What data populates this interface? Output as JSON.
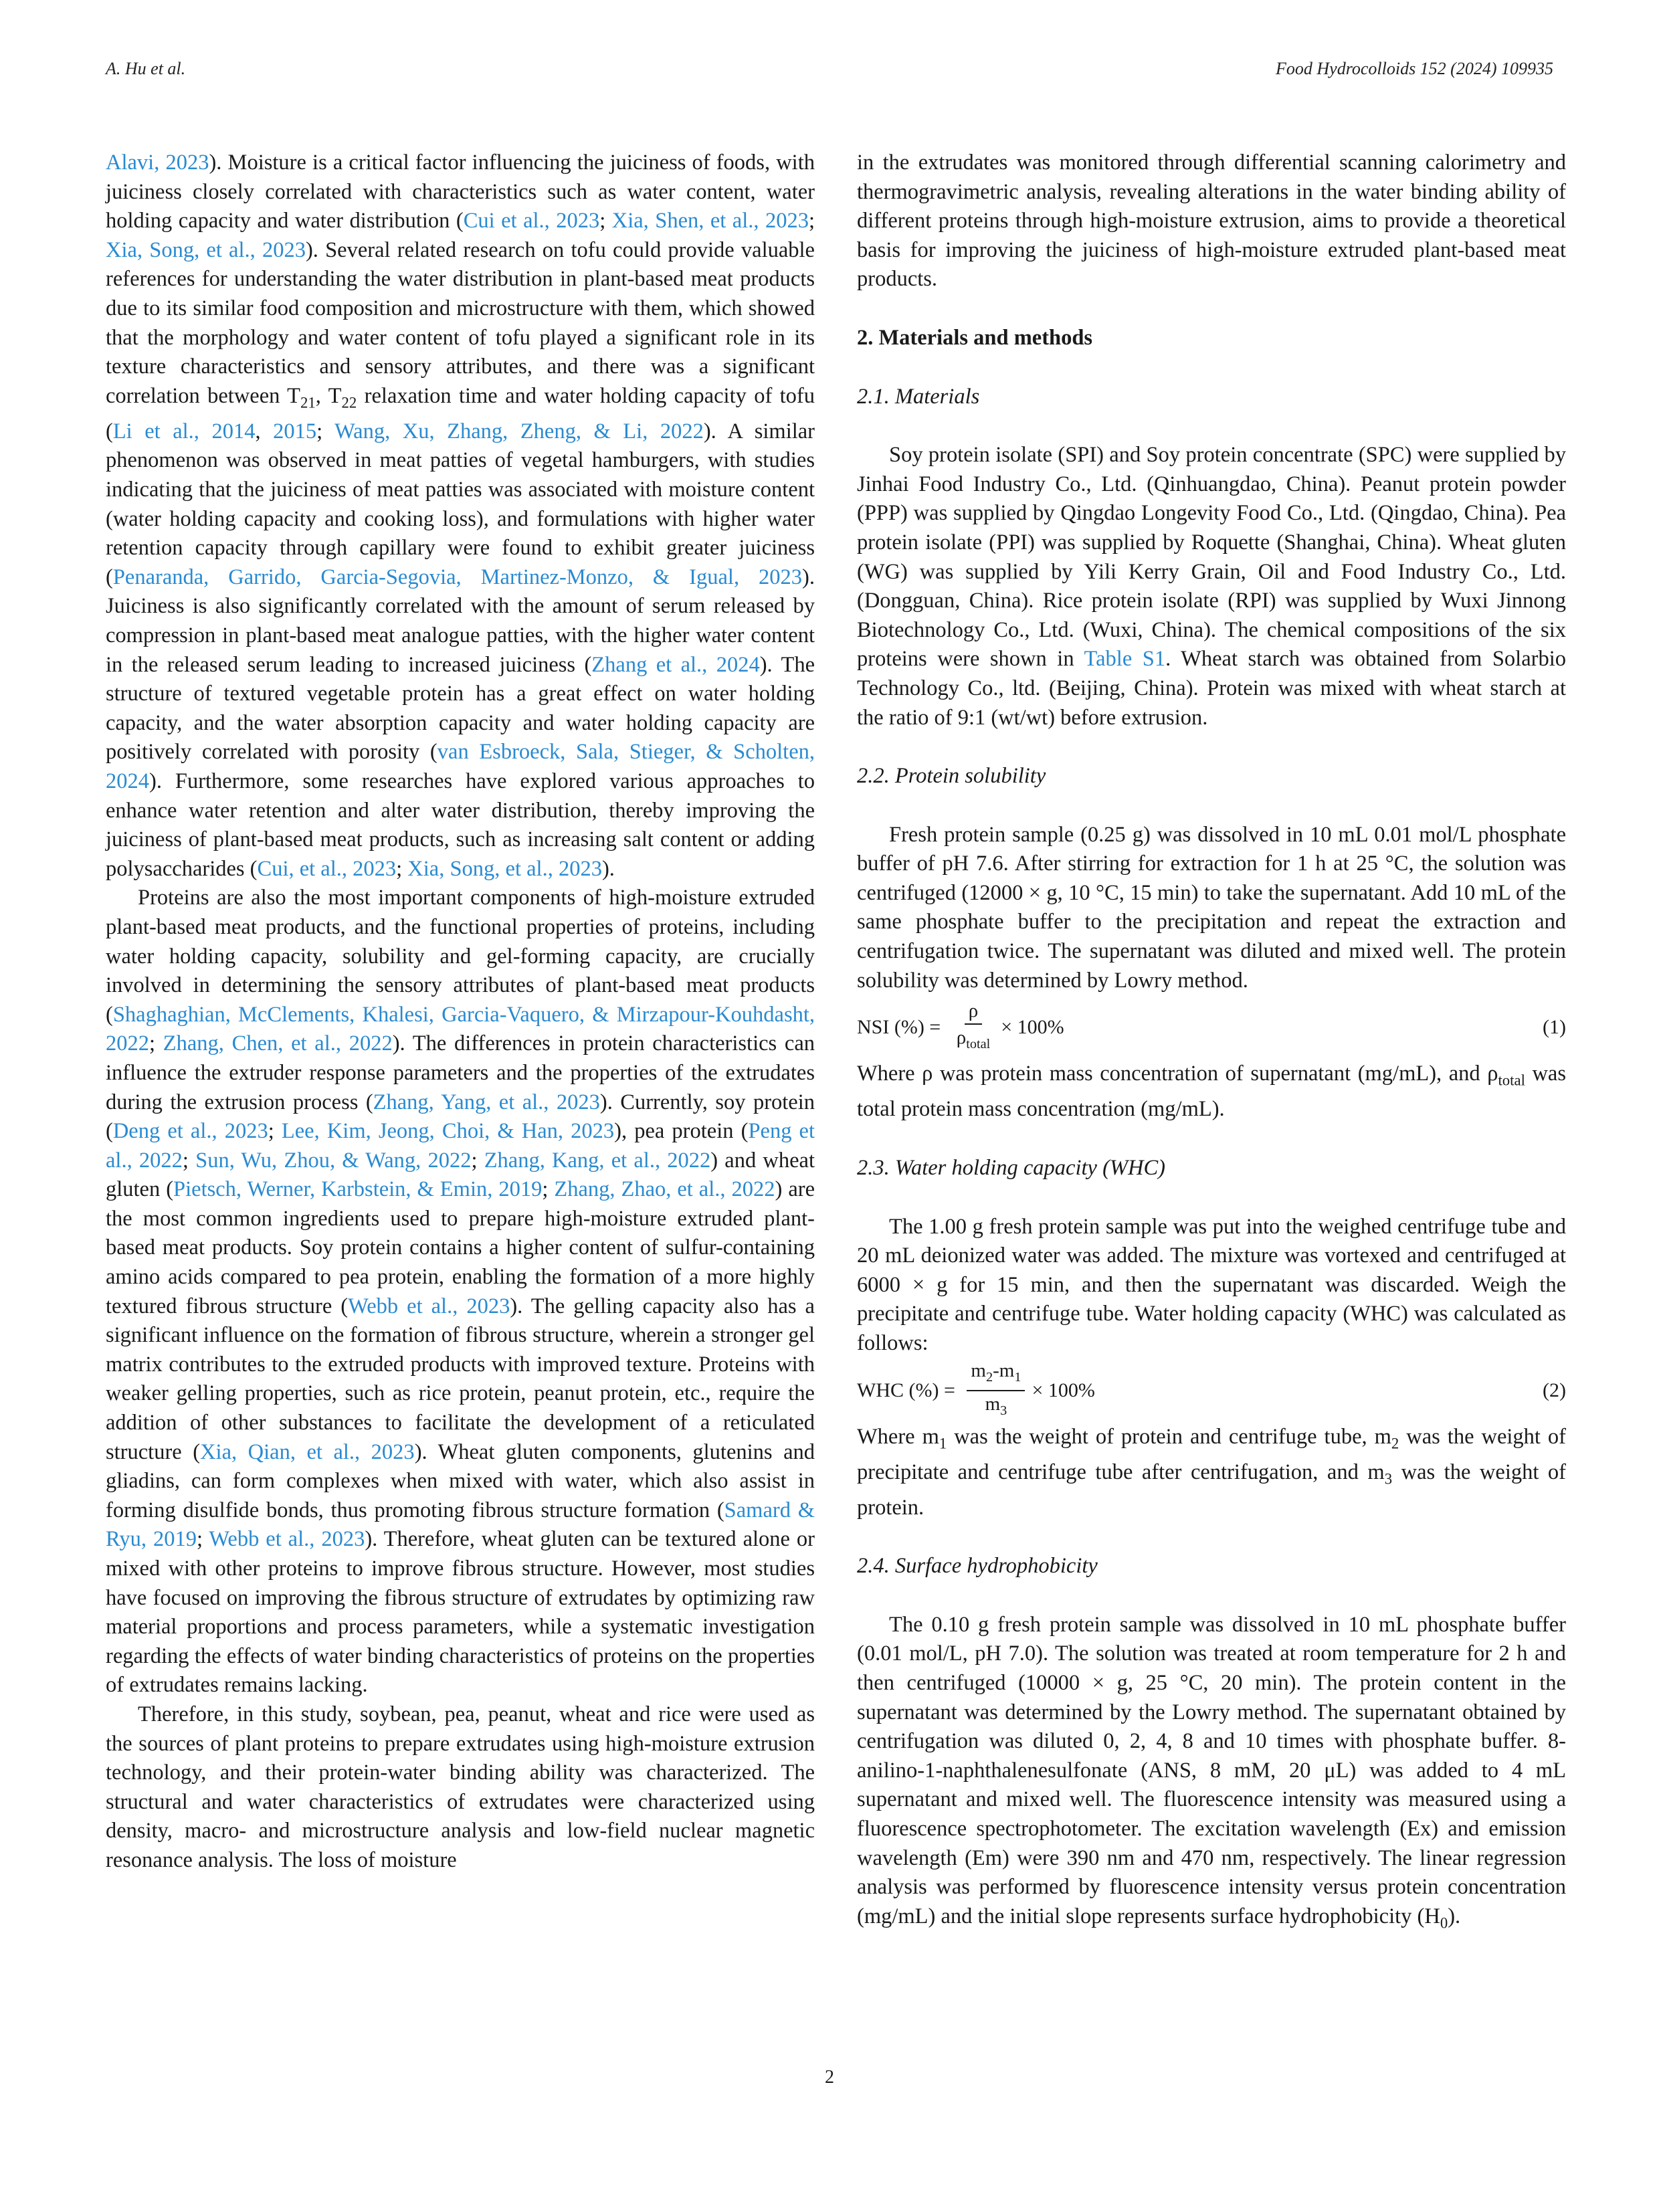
{
  "header": {
    "authors": "A. Hu et al.",
    "journal": "Food Hydrocolloids 152 (2024) 109935"
  },
  "page_number": "2",
  "left": {
    "p1": {
      "r0": "Alavi, 2023",
      "t0": "). Moisture is a critical factor influencing the juiciness of foods, with juiciness closely correlated with characteristics such as water content, water holding capacity and water distribution (",
      "r1": "Cui et al., 2023",
      "t1": "; ",
      "r2": "Xia, Shen, et al., 2023",
      "t2": "; ",
      "r3": "Xia, Song, et al., 2023",
      "t3": "). Several related research on tofu could provide valuable references for understanding the water distribution in plant-based meat products due to its similar food composition and microstructure with them, which showed that the morphology and water content of tofu played a significant role in its texture characteristics and sensory attributes, and there was a significant correlation between T",
      "s1": "21",
      "t4": ", T",
      "s2": "22",
      "t5": " relaxation time and water holding capacity of tofu (",
      "r4": "Li et al., 2014",
      "t6": ", ",
      "r5": "2015",
      "t7": "; ",
      "r6": "Wang, Xu, Zhang, Zheng, & Li, 2022",
      "t8": "). A similar phenomenon was observed in meat patties of vegetal hamburgers, with studies indicating that the juiciness of meat patties was associated with moisture content (water holding capacity and cooking loss), and formulations with higher water retention capacity through capillary were found to exhibit greater juiciness (",
      "r7": "Penaranda, Garrido, Garcia-Segovia, Martinez-Monzo, & Igual, 2023",
      "t9": "). Juiciness is also significantly correlated with the amount of serum released by compression in plant-based meat analogue patties, with the higher water content in the released serum leading to increased juiciness (",
      "r8": "Zhang et al., 2024",
      "t10": "). The structure of textured vegetable protein has a great effect on water holding capacity, and the water absorption capacity and water holding capacity are positively correlated with porosity (",
      "r9": "van Esbroeck, Sala, Stieger, & Scholten, 2024",
      "t11": "). Furthermore, some researches have explored various approaches to enhance water retention and alter water distribution, thereby improving the juiciness of plant-based meat products, such as increasing salt content or adding polysaccharides (",
      "r10": "Cui, et al., 2023",
      "t12": "; ",
      "r11": "Xia, Song, et al., 2023",
      "t13": ")."
    },
    "p2": {
      "t0": "Proteins are also the most important components of high-moisture extruded plant-based meat products, and the functional properties of proteins, including water holding capacity, solubility and gel-forming capacity, are crucially involved in determining the sensory attributes of plant-based meat products (",
      "r0": "Shaghaghian, McClements, Khalesi, Garcia-Vaquero, & Mirzapour-Kouhdasht, 2022",
      "t1": "; ",
      "r1": "Zhang, Chen, et al., 2022",
      "t2": "). The differences in protein characteristics can influence the extruder response parameters and the properties of the extrudates during the extrusion process (",
      "r2": "Zhang, Yang, et al., 2023",
      "t3": "). Currently, soy protein (",
      "r3": "Deng et al., 2023",
      "t4": "; ",
      "r4": "Lee, Kim, Jeong, Choi, & Han, 2023",
      "t5": "), pea protein (",
      "r5": "Peng et al., 2022",
      "t6": "; ",
      "r6": "Sun, Wu, Zhou, & Wang, 2022",
      "t7": "; ",
      "r7": "Zhang, Kang, et al., 2022",
      "t8": ") and wheat gluten (",
      "r8": "Pietsch, Werner, Karbstein, & Emin, 2019",
      "t9": "; ",
      "r9": "Zhang, Zhao, et al., 2022",
      "t10": ") are the most common ingredients used to prepare high-moisture extruded plant-based meat products. Soy protein contains a higher content of sulfur-containing amino acids compared to pea protein, enabling the formation of a more highly textured fibrous structure (",
      "r10": "Webb et al., 2023",
      "t11": "). The gelling capacity also has a significant influence on the formation of fibrous structure, wherein a stronger gel matrix contributes to the extruded products with improved texture. Proteins with weaker gelling properties, such as rice protein, peanut protein, etc., require the addition of other substances to facilitate the development of a reticulated structure (",
      "r11": "Xia, Qian, et al., 2023",
      "t12": "). Wheat gluten components, glutenins and gliadins, can form complexes when mixed with water, which also assist in forming disulfide bonds, thus promoting fibrous structure formation (",
      "r12": "Samard & Ryu, 2019",
      "t13": "; ",
      "r13": "Webb et al., 2023",
      "t14": "). Therefore, wheat gluten can be textured alone or mixed with other proteins to improve fibrous structure. However, most studies have focused on improving the fibrous structure of extrudates by optimizing raw material proportions and process parameters, while a systematic investigation regarding the effects of water binding characteristics of proteins on the properties of extrudates remains lacking."
    },
    "p3": "Therefore, in this study, soybean, pea, peanut, wheat and rice were used as the sources of plant proteins to prepare extrudates using high-moisture extrusion technology, and their protein-water binding ability was characterized. The structural and water characteristics of extrudates were characterized using density, macro- and microstructure analysis and low-field nuclear magnetic resonance analysis. The loss of moisture"
  },
  "right": {
    "p0": "in the extrudates was monitored through differential scanning calorimetry and thermogravimetric analysis, revealing alterations in the water binding ability of different proteins through high-moisture extrusion, aims to provide a theoretical basis for improving the juiciness of high-moisture extruded plant-based meat products.",
    "sec2": "2. Materials and methods",
    "sec21": "2.1. Materials",
    "materials": {
      "t0": "Soy protein isolate (SPI) and Soy protein concentrate (SPC) were supplied by Jinhai Food Industry Co., Ltd. (Qinhuangdao, China). Peanut protein powder (PPP) was supplied by Qingdao Longevity Food Co., Ltd. (Qingdao, China). Pea protein isolate (PPI) was supplied by Roquette (Shanghai, China). Wheat gluten (WG) was supplied by Yili Kerry Grain, Oil and Food Industry Co., Ltd. (Dongguan, China). Rice protein isolate (RPI) was supplied by Wuxi Jinnong Biotechnology Co., Ltd. (Wuxi, China). The chemical compositions of the six proteins were shown in ",
      "r0": "Table S1",
      "t1": ". Wheat starch was obtained from Solarbio Technology Co., ltd. (Beijing, China). Protein was mixed with wheat starch at the ratio of 9:1 (wt/wt) before extrusion."
    },
    "sec22": "2.2. Protein solubility",
    "solubility": "Fresh protein sample (0.25 g) was dissolved in 10 mL 0.01 mol/L phosphate buffer of pH 7.6. After stirring for extraction for 1 h at 25 °C, the solution was centrifuged (12000 × g, 10 °C, 15 min) to take the supernatant. Add 10 mL of the same phosphate buffer to the precipitation and repeat the extraction and centrifugation twice. The supernatant was diluted and mixed well. The protein solubility was determined by Lowry method.",
    "eq1": {
      "lhs": "NSI (%) = ",
      "num": "ρ",
      "den_main": "ρ",
      "den_sub": "total",
      "rhs": "× 100%",
      "no": "(1)"
    },
    "eq1_where": {
      "t0": "Where ρ was protein mass concentration of supernatant (mg/mL), and ρ",
      "s0": "total",
      "t1": " was total protein mass concentration (mg/mL)."
    },
    "sec23": "2.3. Water holding capacity (WHC)",
    "whc": "The 1.00 g fresh protein sample was put into the weighed centrifuge tube and 20 mL deionized water was added. The mixture was vortexed and centrifuged at 6000 × g for 15 min, and then the supernatant was discarded. Weigh the precipitate and centrifuge tube. Water holding capacity (WHC) was calculated as follows:",
    "eq2": {
      "lhs": "WHC (%) = ",
      "n1": "m",
      "ns1": "2",
      "n2": "-m",
      "ns2": "1",
      "d1": "m",
      "ds1": "3",
      "rhs": "× 100%",
      "no": "(2)"
    },
    "eq2_where": {
      "t0": "Where m",
      "s0": "1",
      "t1": " was the weight of protein and centrifuge tube, m",
      "s1": "2",
      "t2": " was the weight of precipitate and centrifuge tube after centrifugation, and m",
      "s2": "3",
      "t3": " was the weight of protein."
    },
    "sec24": "2.4. Surface hydrophobicity",
    "hydro": {
      "t0": "The 0.10 g fresh protein sample was dissolved in 10 mL phosphate buffer (0.01 mol/L, pH 7.0). The solution was treated at room temperature for 2 h and then centrifuged (10000 × g, 25 °C, 20 min). The protein content in the supernatant was determined by the Lowry method. The supernatant obtained by centrifugation was diluted 0, 2, 4, 8 and 10 times with phosphate buffer. 8-anilino-1-naphthalenesulfonate (ANS, 8 mM, 20 μL) was added to 4 mL supernatant and mixed well. The fluorescence intensity was measured using a fluorescence spectrophotometer. The excitation wavelength (Ex) and emission wavelength (Em) were 390 nm and 470 nm, respectively. The linear regression analysis was performed by fluorescence intensity versus protein concentration (mg/mL) and the initial slope represents surface hydrophobicity (H",
      "s0": "0",
      "t1": ")."
    }
  }
}
